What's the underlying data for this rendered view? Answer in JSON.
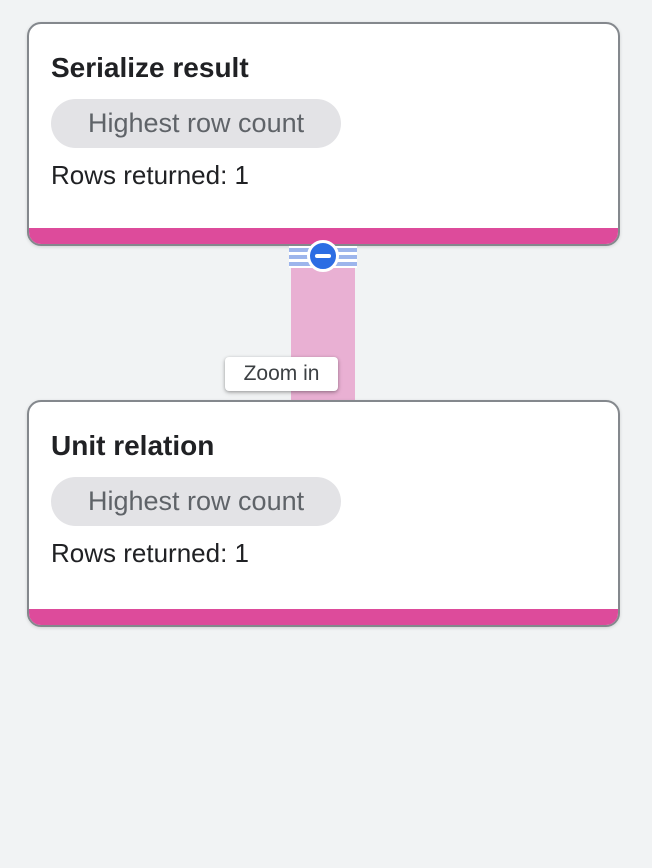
{
  "canvas": {
    "background_color": "#f1f3f4"
  },
  "nodes": [
    {
      "title": "Serialize result",
      "badge": "Highest row count",
      "stats": "Rows returned: 1",
      "accent_color": "#dd4b9b"
    },
    {
      "title": "Unit relation",
      "badge": "Highest row count",
      "stats": "Rows returned: 1",
      "accent_color": "#dd4b9b"
    }
  ],
  "edge": {
    "color": "#e9b0d3",
    "stripe_color": "#9db5ec",
    "collapse_icon": "minus-circle-icon",
    "collapse_icon_color": "#2d6de3"
  },
  "tooltip": {
    "label": "Zoom in"
  }
}
